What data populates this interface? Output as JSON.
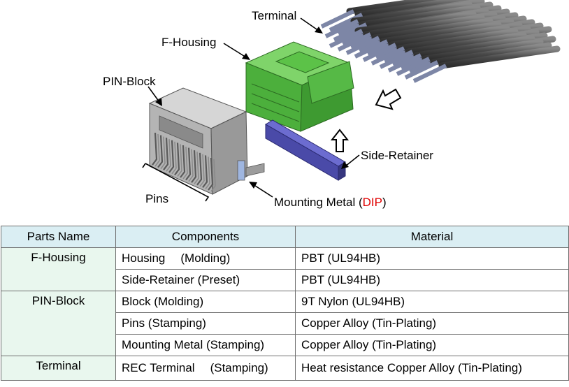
{
  "diagram": {
    "labels": {
      "terminal": "Terminal",
      "f_housing": "F-Housing",
      "pin_block": "PIN-Block",
      "side_retainer": "Side-Retainer",
      "pins": "Pins",
      "mounting_metal_prefix": "Mounting Metal (",
      "mounting_metal_dip": "DIP",
      "mounting_metal_suffix": ")"
    },
    "colors": {
      "housing_green": "#4caf3c",
      "retainer_blue": "#4a4aa8",
      "pin_block_gray": "#b4b4b4",
      "terminal_dark": "#555555",
      "dip_red": "#e00000"
    }
  },
  "table": {
    "headers": [
      "Parts Name",
      "Components",
      "Material"
    ],
    "groups": [
      {
        "part": "F-Housing",
        "rows": [
          {
            "component": "Housing",
            "process": "(Molding)",
            "material": "PBT (UL94HB)"
          },
          {
            "component": "Side-Retainer (Preset)",
            "material": "PBT (UL94HB)"
          }
        ]
      },
      {
        "part": "PIN-Block",
        "rows": [
          {
            "component": "Block (Molding)",
            "material": "9T Nylon (UL94HB)"
          },
          {
            "component": "Pins  (Stamping)",
            "material": "Copper Alloy (Tin-Plating)"
          },
          {
            "component": "Mounting Metal (Stamping)",
            "material": "Copper Alloy (Tin-Plating)"
          }
        ]
      },
      {
        "part": "Terminal",
        "rows": [
          {
            "component": "REC Terminal",
            "process": "(Stamping)",
            "material": "Heat resistance Copper Alloy (Tin-Plating)"
          }
        ]
      }
    ]
  }
}
